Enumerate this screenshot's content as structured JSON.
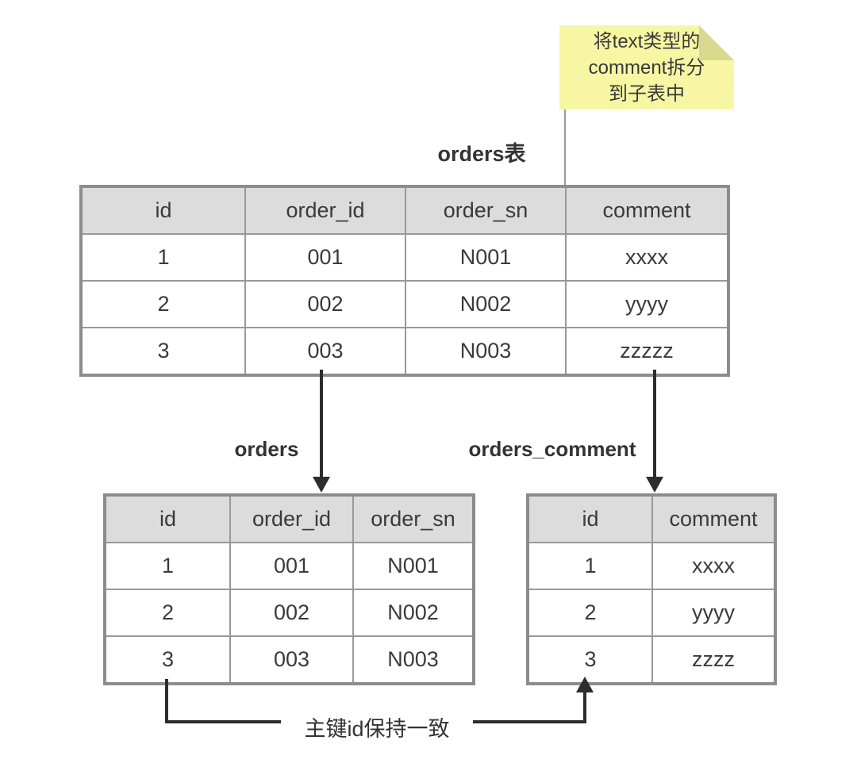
{
  "note": {
    "lines": [
      "将text类型的",
      "comment拆分",
      "到子表中"
    ]
  },
  "labels": {
    "orders_full_table": "orders表",
    "orders": "orders",
    "orders_comment": "orders_comment",
    "key_note": "主键id保持一致"
  },
  "tables": {
    "orders_full": {
      "headers": [
        "id",
        "order_id",
        "order_sn",
        "comment"
      ],
      "rows": [
        [
          "1",
          "001",
          "N001",
          "xxxx"
        ],
        [
          "2",
          "002",
          "N002",
          "yyyy"
        ],
        [
          "3",
          "003",
          "N003",
          "zzzzz"
        ]
      ]
    },
    "orders": {
      "headers": [
        "id",
        "order_id",
        "order_sn"
      ],
      "rows": [
        [
          "1",
          "001",
          "N001"
        ],
        [
          "2",
          "002",
          "N002"
        ],
        [
          "3",
          "003",
          "N003"
        ]
      ]
    },
    "orders_comment": {
      "headers": [
        "id",
        "comment"
      ],
      "rows": [
        [
          "1",
          "xxxx"
        ],
        [
          "2",
          "yyyy"
        ],
        [
          "3",
          "zzzz"
        ]
      ]
    }
  },
  "colors": {
    "header_bg": "#dcdcdc",
    "border": "#999999",
    "outer_border": "#8c8c8c",
    "arrow": "#2d2d2d",
    "note_bg": "#f7f7a3",
    "note_fold": "#d7d98c",
    "text": "#333333"
  }
}
